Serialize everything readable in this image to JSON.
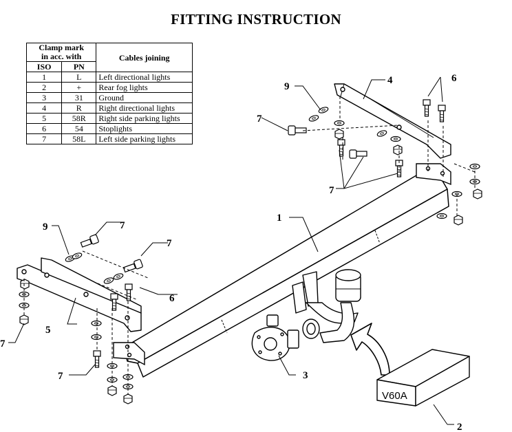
{
  "title": "FITTING INSTRUCTION",
  "table": {
    "clamp_header": "Clamp mark\nin acc. with",
    "cables_header": "Cables joining",
    "col_iso": "ISO",
    "col_pn": "PN",
    "rows": [
      {
        "iso": "1",
        "pn": "L",
        "desc": "Left directional lights"
      },
      {
        "iso": "2",
        "pn": "+",
        "desc": "Rear fog lights"
      },
      {
        "iso": "3",
        "pn": "31",
        "desc": "Ground"
      },
      {
        "iso": "4",
        "pn": "R",
        "desc": "Right directional lights"
      },
      {
        "iso": "5",
        "pn": "58R",
        "desc": "Right side parking lights"
      },
      {
        "iso": "6",
        "pn": "54",
        "desc": "Stoplights"
      },
      {
        "iso": "7",
        "pn": "58L",
        "desc": "Left side parking lights"
      }
    ]
  },
  "callouts": {
    "n1": "1",
    "n2": "2",
    "n3": "3",
    "n4": "4",
    "n5": "5",
    "n6a": "6",
    "n6b": "6",
    "n7a": "7",
    "n7b": "7",
    "n7c": "7",
    "n7d": "7",
    "n7e": "7",
    "n7f": "7",
    "n9a": "9",
    "n9b": "9"
  },
  "package_label": "V60A"
}
